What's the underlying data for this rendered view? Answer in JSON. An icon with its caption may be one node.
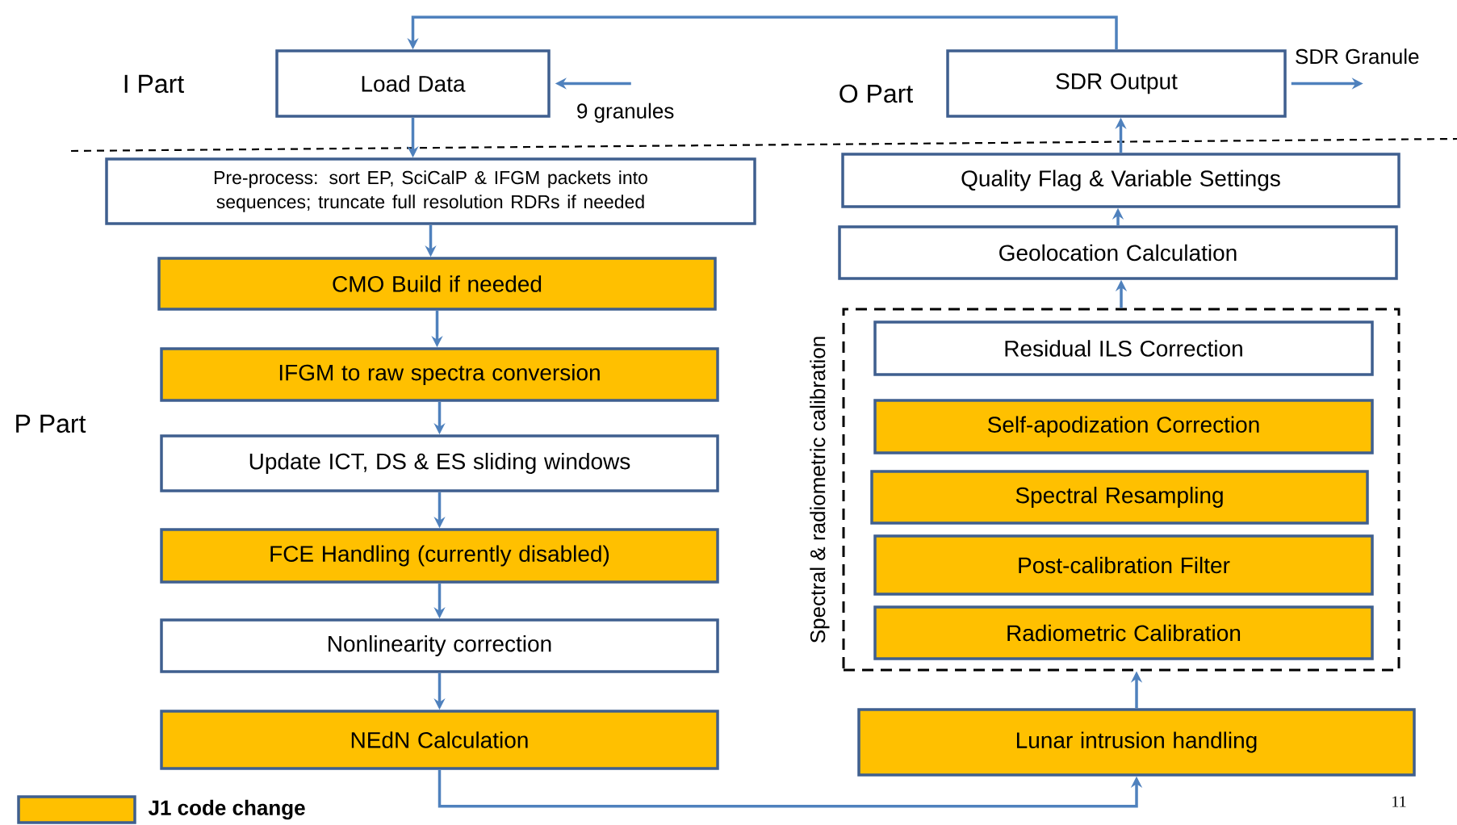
{
  "diagram": {
    "nodes": [
      {
        "text": [
          "Load Data"
        ]
      },
      {
        "text": [
          "SDR Output"
        ]
      },
      {
        "text": [
          "Pre-process: sort EP, SciCalP & IFGM packets into sequences; truncate full resolution RDRs if needed"
        ]
      },
      {
        "text": [
          "CMO Build if needed"
        ]
      },
      {
        "text": [
          "IFGM to raw spectra conversion"
        ]
      },
      {
        "text": [
          "Update ICT, DS & ES sliding windows"
        ]
      },
      {
        "text": [
          "FCE Handling (currently disabled)"
        ]
      },
      {
        "text": [
          "Nonlinearity correction"
        ]
      },
      {
        "text": [
          "NEdN Calculation"
        ]
      },
      {
        "text": [
          "Quality Flag & Variable Settings"
        ]
      },
      {
        "text": [
          "Geolocation Calculation"
        ]
      },
      {
        "text": [
          "Spectral & radiometric calibration"
        ]
      },
      {
        "text": [
          "Residual ILS Correction"
        ],
        "in": 11
      },
      {
        "text": [
          "Self-apodization Correction"
        ],
        "in": 11
      },
      {
        "text": [
          "Spectral Resampling"
        ],
        "in": 11
      },
      {
        "text": [
          "Post-calibration Filter"
        ],
        "in": 11
      },
      {
        "text": [
          "Radiometric Calibration"
        ],
        "in": 11
      },
      {
        "text": [
          "Lunar intrusion handling"
        ]
      }
    ],
    "edges": [
      {
        "from": null,
        "to": 0,
        "arrow": "to",
        "label": "9 granules"
      },
      {
        "from": 0,
        "to": 2,
        "arrow": "to"
      },
      {
        "from": 2,
        "to": 3,
        "arrow": "to"
      },
      {
        "from": 3,
        "to": 4,
        "arrow": "to"
      },
      {
        "from": 4,
        "to": 5,
        "arrow": "to"
      },
      {
        "from": 5,
        "to": 6,
        "arrow": "to"
      },
      {
        "from": 6,
        "to": 7,
        "arrow": "to"
      },
      {
        "from": 7,
        "to": 8,
        "arrow": "to"
      },
      {
        "from": 8,
        "to": 17,
        "arrow": "to"
      },
      {
        "from": 17,
        "to": 11,
        "arrow": "to"
      },
      {
        "from": 11,
        "to": 10,
        "arrow": "to"
      },
      {
        "from": 10,
        "to": 9,
        "arrow": "to"
      },
      {
        "from": 9,
        "to": 1,
        "arrow": "to"
      },
      {
        "from": 1,
        "to": 0,
        "arrow": "to"
      },
      {
        "from": 1,
        "to": null,
        "arrow": "to",
        "label": "SDR Granule"
      }
    ],
    "labels": [
      "I Part",
      "O Part",
      "P Part",
      "11"
    ],
    "legend": [
      {
        "text": "J1 code change",
        "color": "#ffc000"
      }
    ]
  }
}
